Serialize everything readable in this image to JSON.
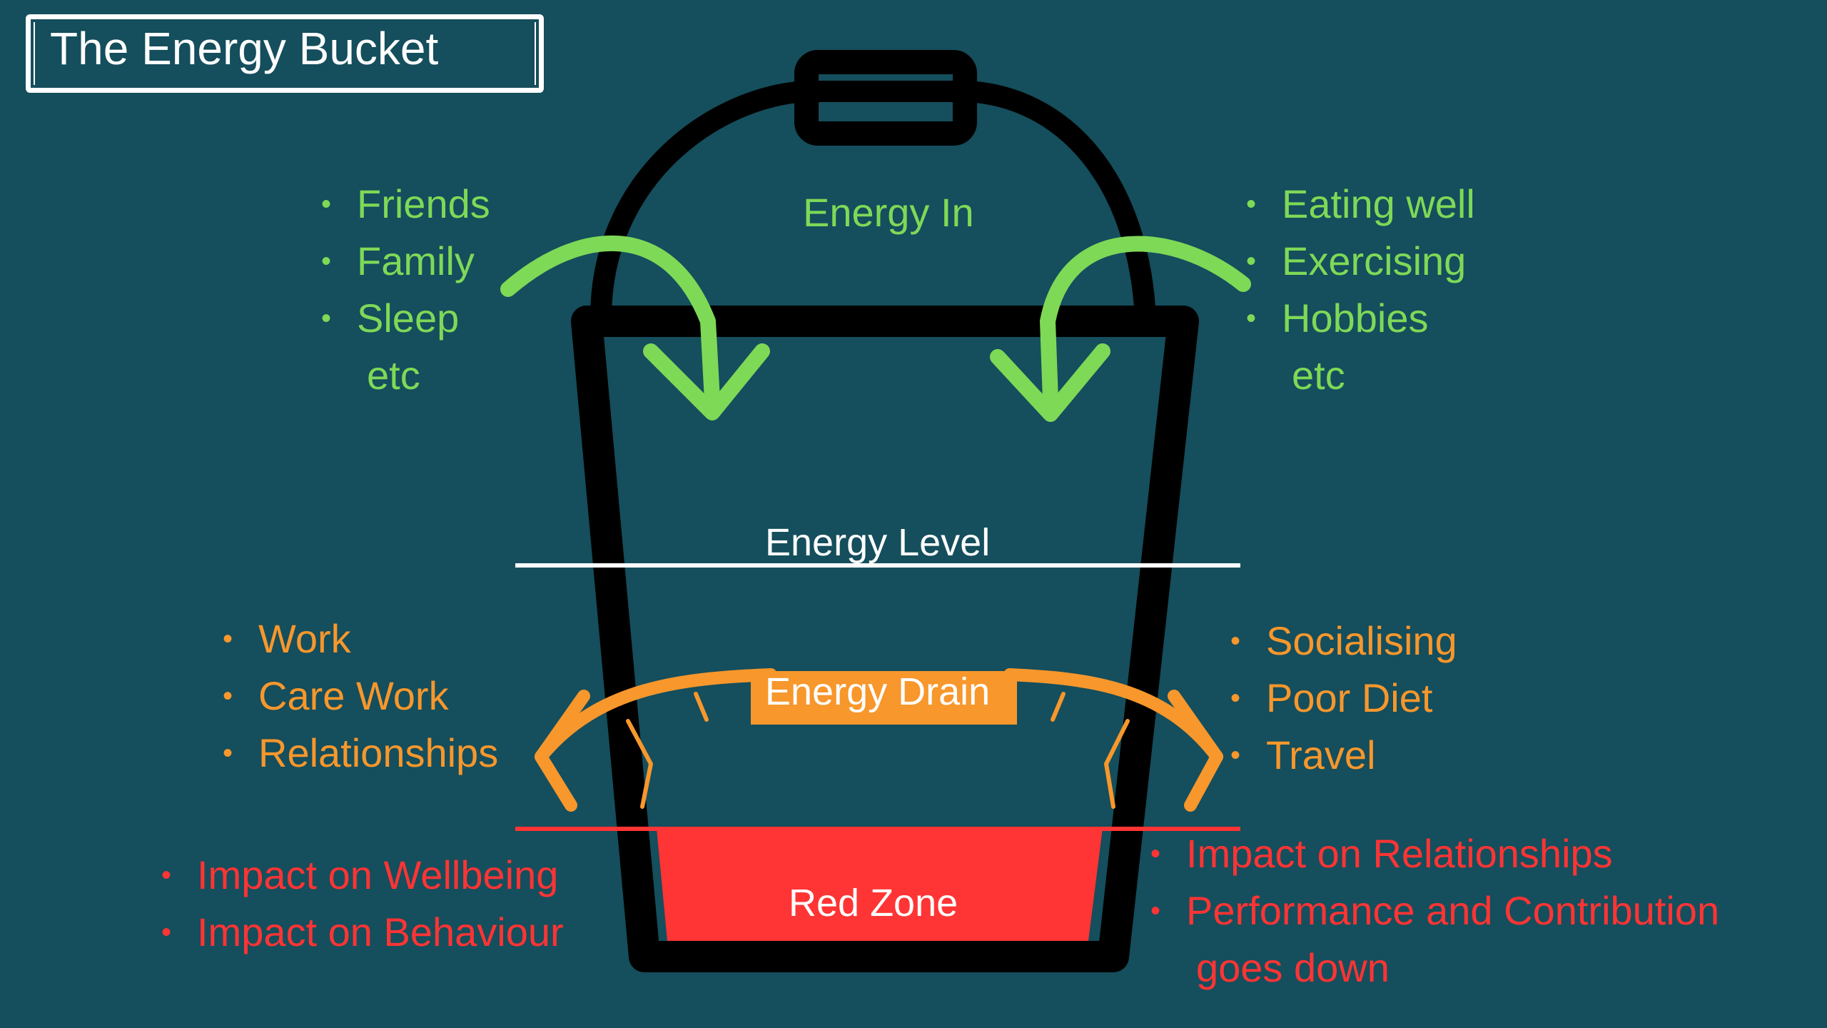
{
  "title": "The Energy Bucket",
  "energy_in": {
    "label": "Energy In",
    "left_items": [
      "Friends",
      "Family",
      "Sleep"
    ],
    "left_etc": "etc",
    "right_items": [
      "Eating well",
      "Exercising",
      "Hobbies"
    ],
    "right_etc": "etc"
  },
  "energy_level": {
    "label": "Energy Level"
  },
  "energy_drain": {
    "label": "Energy Drain",
    "left_items": [
      "Work",
      "Care Work",
      "Relationships"
    ],
    "right_items": [
      "Socialising",
      "Poor Diet",
      "Travel"
    ]
  },
  "red_zone": {
    "label": "Red Zone",
    "left_items": [
      "Impact on Wellbeing",
      "Impact on Behaviour"
    ],
    "right_items": [
      "Impact on Relationships",
      "Performance and Contribution"
    ],
    "right_cont": "goes down"
  },
  "bullet": "•",
  "colors": {
    "background": "#154e5c",
    "energy_in": "#7ed957",
    "energy_drain": "#f7972c",
    "red_zone": "#ff3434",
    "bucket": "#000000",
    "lines": "#ffffff"
  }
}
